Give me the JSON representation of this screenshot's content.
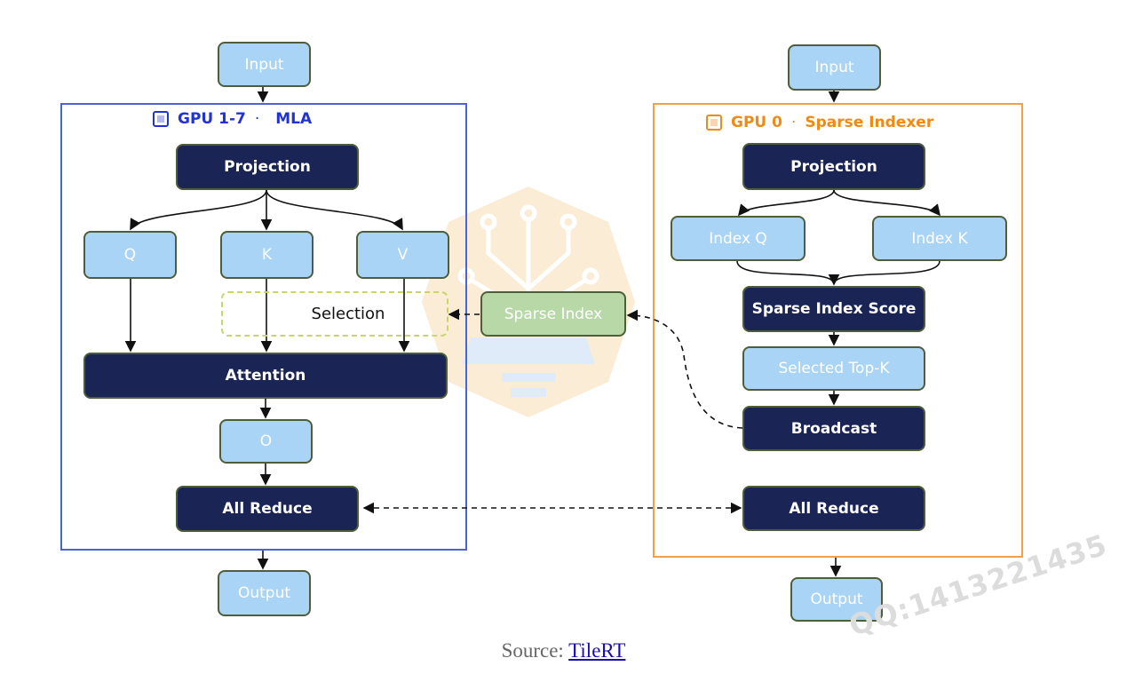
{
  "left_panel": {
    "title": {
      "gpu": "GPU 1-7",
      "separator": "·",
      "name": "MLA"
    },
    "input": "Input",
    "projection": "Projection",
    "q": "Q",
    "k": "K",
    "v": "V",
    "selection": "Selection",
    "attention": "Attention",
    "o": "O",
    "all_reduce": "All Reduce",
    "output": "Output"
  },
  "right_panel": {
    "title": {
      "gpu": "GPU 0",
      "separator": "·",
      "name": "Sparse Indexer"
    },
    "input": "Input",
    "projection": "Projection",
    "index_q": "Index Q",
    "index_k": "Index K",
    "sparse_index_score": "Sparse Index Score",
    "selected_top_k": "Selected Top-K",
    "broadcast": "Broadcast",
    "all_reduce": "All Reduce",
    "output": "Output"
  },
  "middle": {
    "sparse_index": "Sparse Index"
  },
  "caption": {
    "prefix": "Source:",
    "link": "TileRT"
  },
  "watermark": "QQ:1413221435",
  "colors": {
    "light_box": "#a9d4f5",
    "dark_box": "#1a2455",
    "left_frame": "#4a63d6",
    "right_frame": "#f0a24a",
    "selection_border": "#c9d46a"
  }
}
